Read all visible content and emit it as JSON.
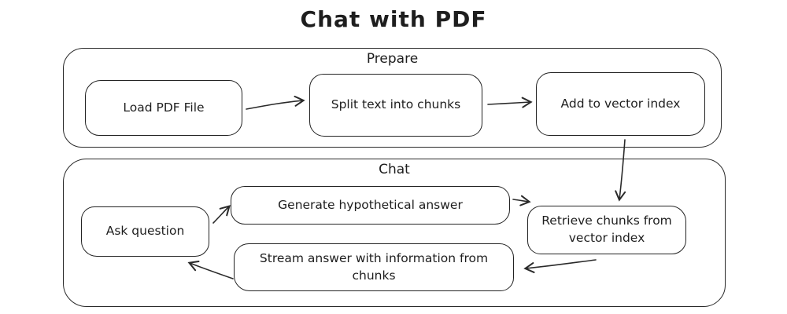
{
  "title": "Chat with PDF",
  "colors": {
    "stroke": "#1e1e1e",
    "background": "#ffffff"
  },
  "groups": {
    "prepare": {
      "label": "Prepare"
    },
    "chat": {
      "label": "Chat"
    }
  },
  "nodes": {
    "load_pdf": {
      "label": "Load PDF File"
    },
    "split_text": {
      "label": "Split text into chunks"
    },
    "add_index": {
      "label": "Add to vector index"
    },
    "ask_question": {
      "label": "Ask question"
    },
    "generate_answer": {
      "label": "Generate hypothetical answer"
    },
    "retrieve_chunks": {
      "label": "Retrieve chunks from vector index"
    },
    "stream_answer": {
      "label": "Stream answer with information from chunks"
    }
  },
  "edges": [
    {
      "from": "load_pdf",
      "to": "split_text"
    },
    {
      "from": "split_text",
      "to": "add_index"
    },
    {
      "from": "add_index",
      "to": "retrieve_chunks"
    },
    {
      "from": "ask_question",
      "to": "generate_answer"
    },
    {
      "from": "generate_answer",
      "to": "retrieve_chunks"
    },
    {
      "from": "retrieve_chunks",
      "to": "stream_answer"
    },
    {
      "from": "stream_answer",
      "to": "ask_question"
    }
  ]
}
